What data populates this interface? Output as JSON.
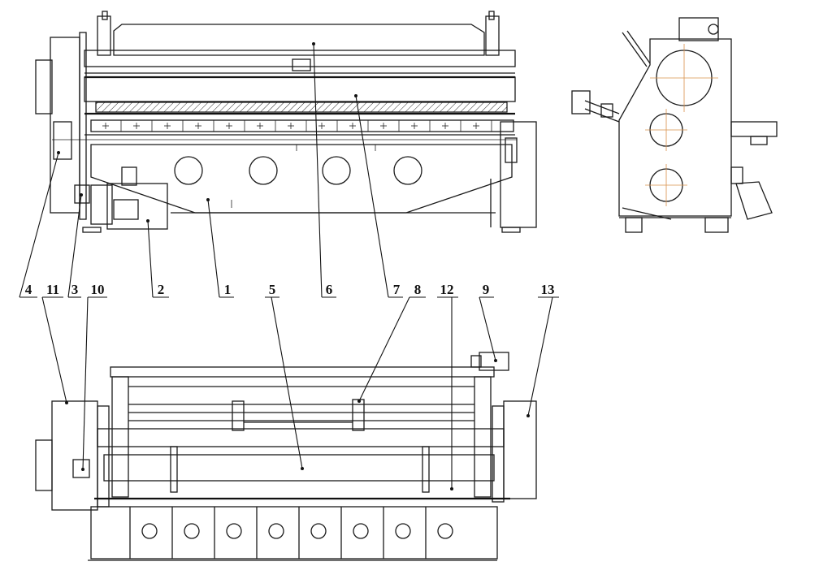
{
  "figure": {
    "views": [
      "front-view",
      "side-view",
      "top-view"
    ],
    "callouts": [
      "4",
      "11",
      "3",
      "10",
      "2",
      "1",
      "5",
      "6",
      "7",
      "8",
      "12",
      "9",
      "13"
    ]
  },
  "colors": {
    "line": "#1a1a1a",
    "centerline": "#d9904a",
    "background": "#ffffff"
  }
}
